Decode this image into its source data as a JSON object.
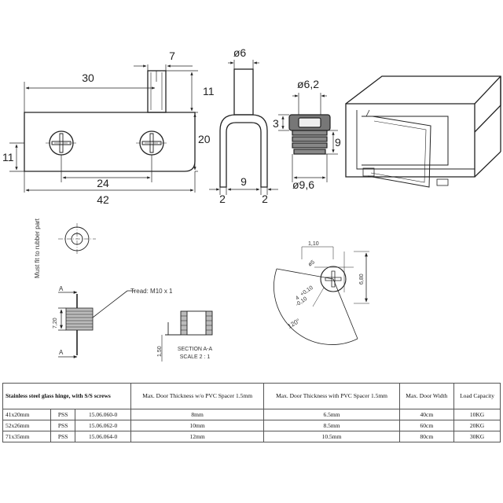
{
  "dims": {
    "hinge_length": "30",
    "pin_width": "7",
    "pin_height": "11",
    "plate_height": "20",
    "hole_offset": "11",
    "hole_spacing": "24",
    "total_length": "42",
    "fork_pin_dia": "ø6",
    "fork_gap": "9",
    "fork_leg_left": "2",
    "fork_leg_right": "2",
    "bush_dia": "ø6,2",
    "bush_flange": "3",
    "bush_length": "9",
    "bush_outer": "ø9,6"
  },
  "labels": {
    "rubber_note": "Must fit to rubber part",
    "thread": "Tread: M10 x 1",
    "section_a": "A",
    "section_a2": "A",
    "thread_len": "7,20",
    "section_title": "SECTION A-A",
    "section_scale": "SCALE 2 : 1",
    "section_dim": "1,50",
    "angle": "120°",
    "d110": "1,10",
    "d680": "6,80",
    "tol_pos": "+0,10",
    "tol_neg": "-0,10",
    "tol_four": "4",
    "dia_tiny": "ø5"
  },
  "table": {
    "headers": [
      "Stainless steel glass hinge, with S/S screws",
      "Max. Door Thickness w/o PVC Spacer 1.5mm",
      "Max. Door Thickness with PVC Spacer 1.5mm",
      "Max. Door Width",
      "Load Capacity"
    ],
    "rows": [
      [
        "41x20mm",
        "PSS",
        "15.06.060-0",
        "8mm",
        "6.5mm",
        "40cm",
        "10KG"
      ],
      [
        "52x26mm",
        "PSS",
        "15.06.062-0",
        "10mm",
        "8.5mm",
        "60cm",
        "20KG"
      ],
      [
        "71x35mm",
        "PSS",
        "15.06.064-0",
        "12mm",
        "10.5mm",
        "80cm",
        "30KG"
      ]
    ]
  }
}
